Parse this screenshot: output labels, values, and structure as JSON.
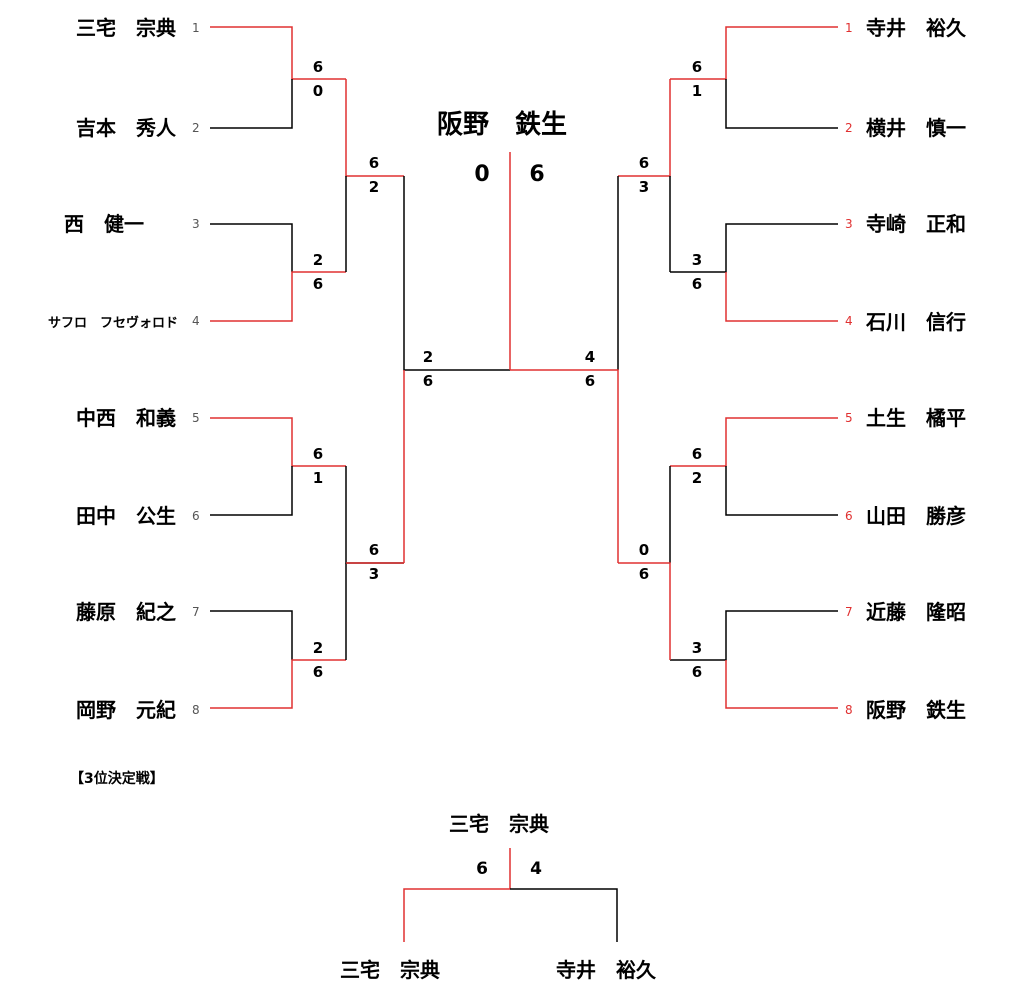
{
  "left": {
    "players": [
      {
        "name": "三宅　宗典",
        "seed": "1"
      },
      {
        "name": "吉本　秀人",
        "seed": "2"
      },
      {
        "name": "西　健一",
        "seed": "3"
      },
      {
        "name": "サフロ　フセヴォロド",
        "seed": "4"
      },
      {
        "name": "中西　和義",
        "seed": "5"
      },
      {
        "name": "田中　公生",
        "seed": "6"
      },
      {
        "name": "藤原　紀之",
        "seed": "7"
      },
      {
        "name": "岡野　元紀",
        "seed": "8"
      }
    ],
    "r1_scores": [
      [
        "6",
        "0"
      ],
      [
        "2",
        "6"
      ],
      [
        "6",
        "1"
      ],
      [
        "2",
        "6"
      ]
    ],
    "r2_scores": [
      [
        "6",
        "2"
      ],
      [
        "6",
        "3"
      ]
    ],
    "semi_score": [
      "2",
      "6"
    ]
  },
  "right": {
    "players": [
      {
        "name": "寺井　裕久",
        "seed": "1"
      },
      {
        "name": "横井　慎一",
        "seed": "2"
      },
      {
        "name": "寺崎　正和",
        "seed": "3"
      },
      {
        "name": "石川　信行",
        "seed": "4"
      },
      {
        "name": "土生　橘平",
        "seed": "5"
      },
      {
        "name": "山田　勝彦",
        "seed": "6"
      },
      {
        "name": "近藤　隆昭",
        "seed": "7"
      },
      {
        "name": "阪野　鉄生",
        "seed": "8"
      }
    ],
    "r1_scores": [
      [
        "6",
        "1"
      ],
      [
        "3",
        "6"
      ],
      [
        "6",
        "2"
      ],
      [
        "3",
        "6"
      ]
    ],
    "r2_scores": [
      [
        "6",
        "3"
      ],
      [
        "0",
        "6"
      ]
    ],
    "semi_score": [
      "4",
      "6"
    ]
  },
  "final": {
    "champion": "阪野　鉄生",
    "left_score": "0",
    "right_score": "6"
  },
  "third_place": {
    "heading": "【3位決定戦】",
    "winner": "三宅　宗典",
    "left_score": "6",
    "right_score": "4",
    "left_player": "三宅　宗典",
    "right_player": "寺井　裕久"
  },
  "colors": {
    "win_line": "#e03030",
    "line": "#000000"
  }
}
